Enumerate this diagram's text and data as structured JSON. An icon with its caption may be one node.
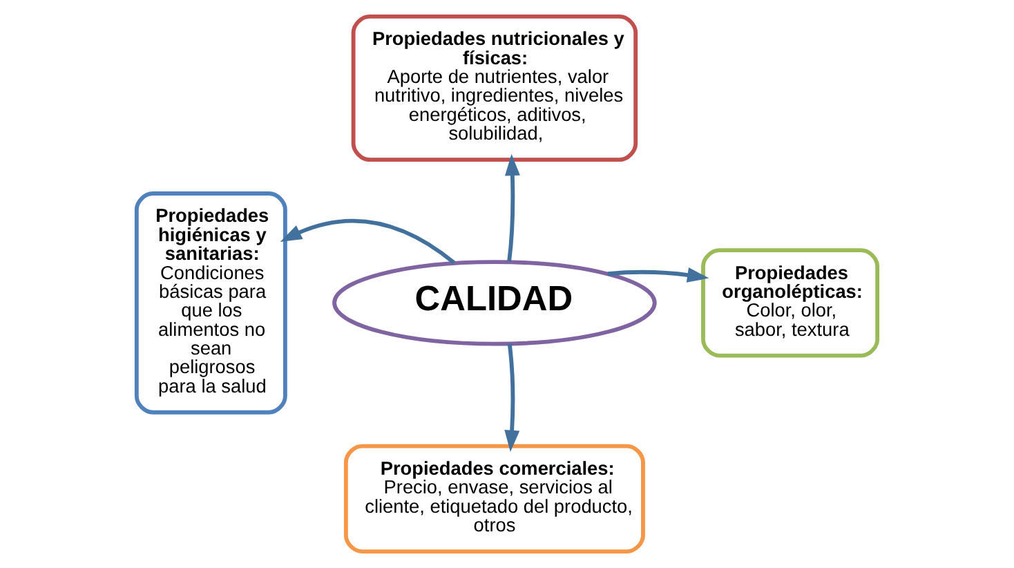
{
  "diagram": {
    "nodes": [
      {
        "text": [
          "Propiedades nutricionales y físicas:",
          "Aporte de nutrientes, valor nutritivo, ingredientes, niveles energéticos, aditivos, solubilidad,"
        ]
      },
      {
        "text": [
          "Propiedades higiénicas y sanitarias:",
          "Condiciones básicas para que los alimentos no sean peligrosos para la salud"
        ]
      },
      {
        "text": [
          "CALIDAD"
        ]
      },
      {
        "text": [
          "Propiedades organolépticas:",
          "Color, olor, sabor, textura"
        ]
      },
      {
        "text": [
          "Propiedades comerciales:",
          "Precio, envase, servicios al cliente, etiquetado del producto, otros"
        ]
      }
    ],
    "edges": [
      {
        "from": 2,
        "to": 0,
        "arrow": "to"
      },
      {
        "from": 2,
        "to": 1,
        "arrow": "to"
      },
      {
        "from": 2,
        "to": 3,
        "arrow": "to"
      },
      {
        "from": 2,
        "to": 4,
        "arrow": "to"
      }
    ]
  }
}
